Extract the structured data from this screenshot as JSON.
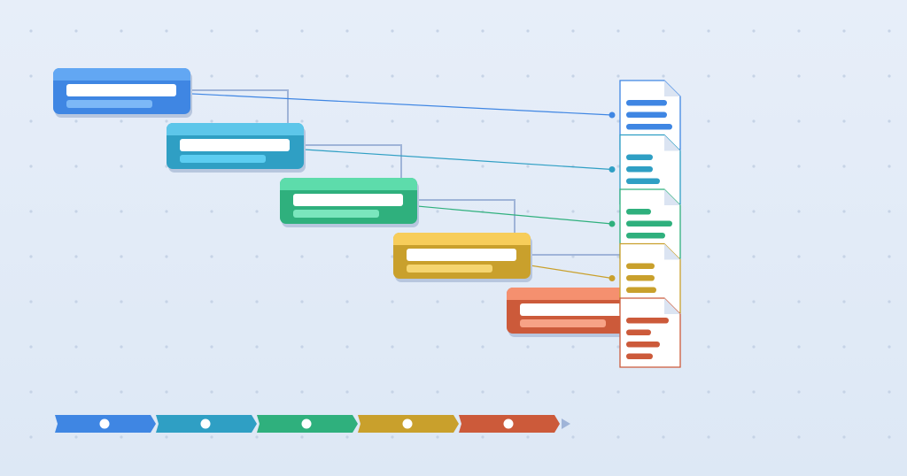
{
  "diagram": {
    "steps": [
      {
        "id": "step-1",
        "color": "#3f86e3",
        "top_color": "#62a7f3",
        "light": "#7cb8f7"
      },
      {
        "id": "step-2",
        "color": "#2f9fc4",
        "top_color": "#5dc6ea",
        "light": "#5ccdf1"
      },
      {
        "id": "step-3",
        "color": "#2fb07d",
        "top_color": "#5ddcab",
        "light": "#7ae6bd"
      },
      {
        "id": "step-4",
        "color": "#c9a02c",
        "top_color": "#f7cd5a",
        "light": "#f5d570"
      },
      {
        "id": "step-5",
        "color": "#cc5a3a",
        "top_color": "#f5906f",
        "light": "#f7a286"
      }
    ],
    "connector_color": "#9fb4d8",
    "document_icon": "document-icon",
    "timeline_arrow_icon": "arrow-right-icon"
  }
}
